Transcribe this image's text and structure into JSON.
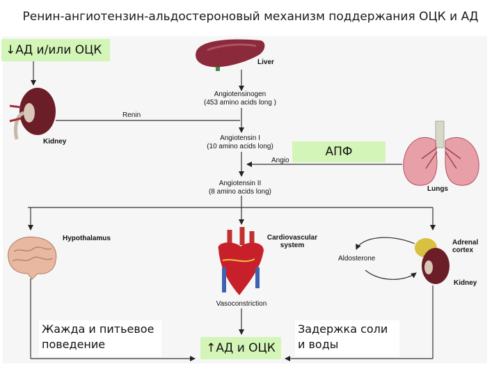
{
  "title": "Ренин-ангиотензин-альдостероновый механизм поддержания ОЦК и АД",
  "boxes": {
    "low_bp": "↓АД и/или ОЦК",
    "ace": "АПФ",
    "thirst": "Жажда и питьевое поведение",
    "raise": "↑АД и ОЦК",
    "retention": "Задержка соли и воды"
  },
  "labels": {
    "liver": "Liver",
    "angiotensinogen": "Angiotensinogen",
    "angiotensinogen_len": "(453 amino acids long )",
    "renin": "Renin",
    "kidney_left": "Kidney",
    "ang1": "Angiotensin I",
    "ang1_len": "(10 amino acids long)",
    "ang_partial": "Angio",
    "ang2": "Angiotensin II",
    "ang2_len": "(8 amino acids long)",
    "lungs": "Lungs",
    "hypothalamus": "Hypothalamus",
    "cardio": "Cardiovascular",
    "cardio2": "system",
    "adrenal": "Adrenal",
    "adrenal2": "cortex",
    "aldosterone": "Aldosterone",
    "kidney_right": "Kidney",
    "vasoconstriction": "Vasoconstriction"
  },
  "icons": [
    "liver-icon",
    "kidney-icon",
    "lungs-icon",
    "brain-icon",
    "heart-icon",
    "adrenal-kidney-icon"
  ]
}
